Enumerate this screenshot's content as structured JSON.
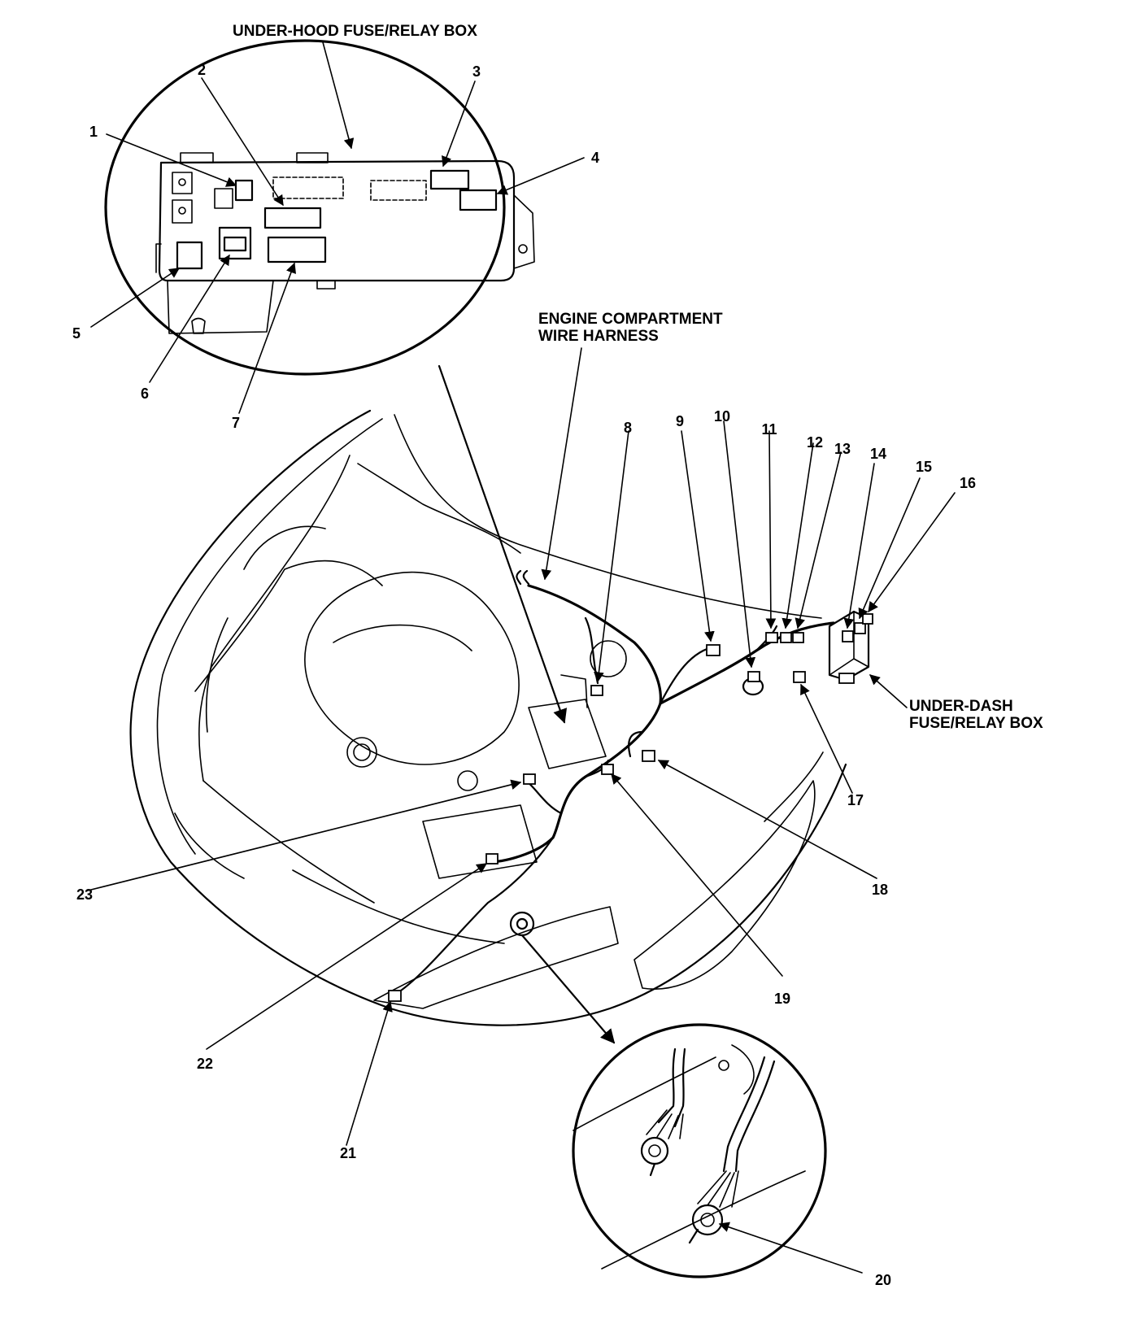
{
  "titles": {
    "under_hood_box": "UNDER-HOOD FUSE/RELAY BOX",
    "engine_harness_line1": "ENGINE COMPARTMENT",
    "engine_harness_line2": "WIRE HARNESS",
    "under_dash_line1": "UNDER-DASH",
    "under_dash_line2": "FUSE/RELAY BOX"
  },
  "callouts": [
    "1",
    "2",
    "3",
    "4",
    "5",
    "6",
    "7",
    "8",
    "9",
    "10",
    "11",
    "12",
    "13",
    "14",
    "15",
    "16",
    "17",
    "18",
    "19",
    "20",
    "21",
    "22",
    "23"
  ]
}
